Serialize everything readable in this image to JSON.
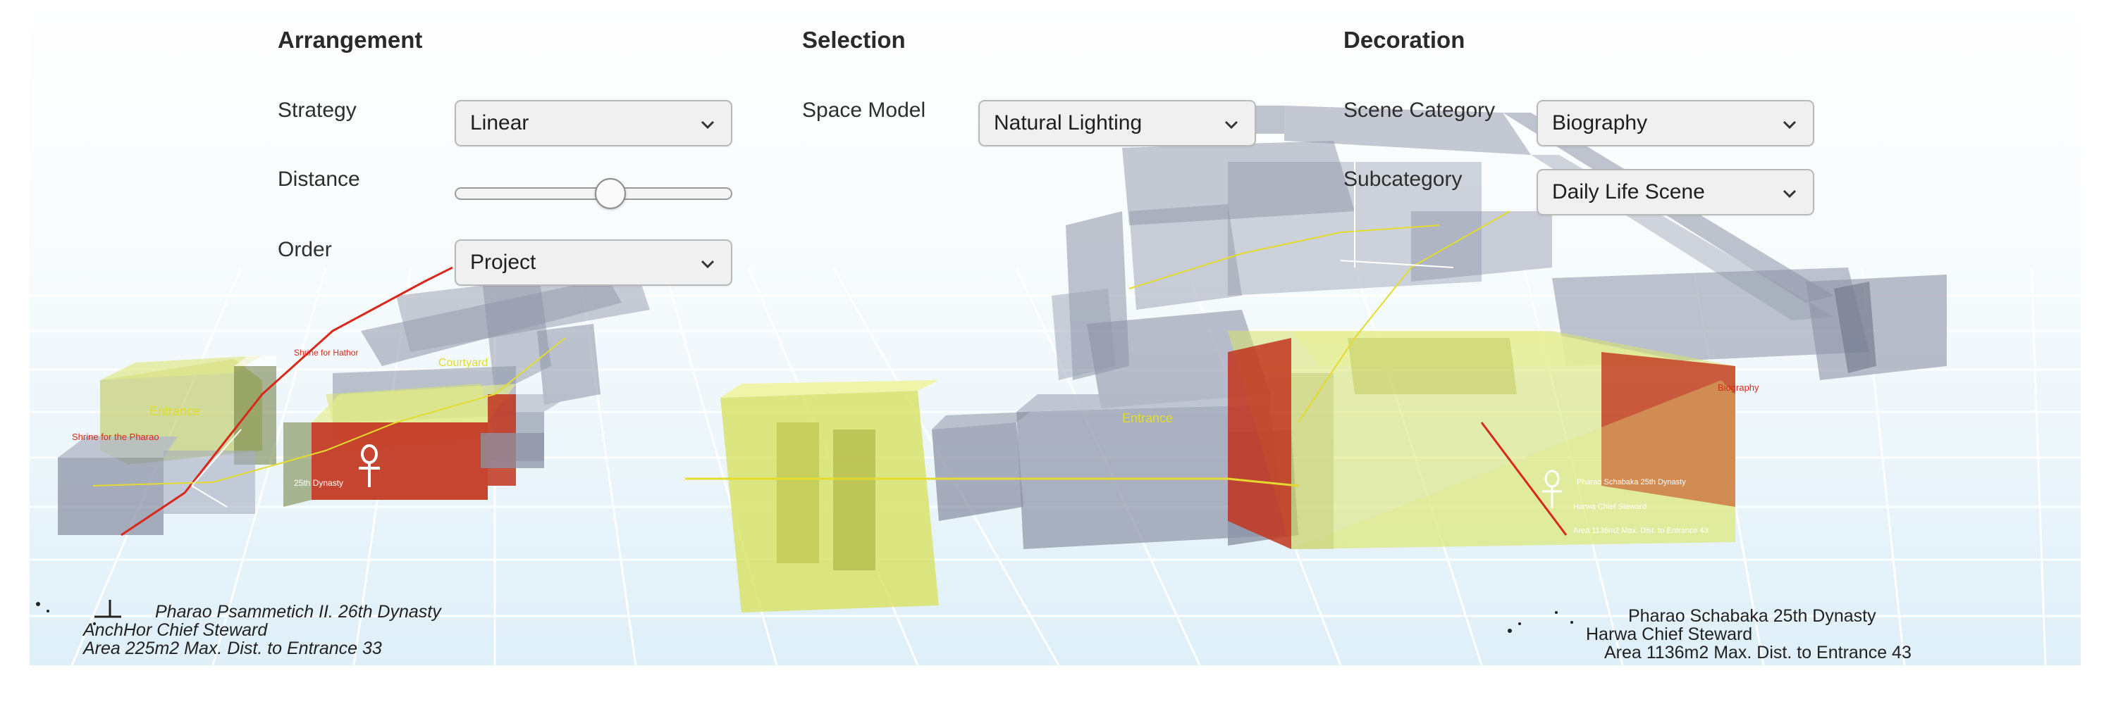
{
  "arrangement": {
    "heading": "Arrangement",
    "strategy_label": "Strategy",
    "strategy_value": "Linear",
    "distance_label": "Distance",
    "distance_fraction": 0.56,
    "order_label": "Order",
    "order_value": "Project"
  },
  "selection": {
    "heading": "Selection",
    "space_model_label": "Space Model",
    "space_model_value": "Natural Lighting"
  },
  "decoration": {
    "heading": "Decoration",
    "scene_category_label": "Scene Category",
    "scene_category_value": "Biography",
    "subcategory_label": "Subcategory",
    "subcategory_value": "Daily Life Scene"
  },
  "left_tomb": {
    "line1": "Pharao Psammetich II. 26th Dynasty",
    "line2": "AnchHor Chief Steward",
    "line3": "Area 225m2 Max. Dist. to Entrance 33",
    "labels": {
      "entrance": "Entrance",
      "courtyard": "Courtyard",
      "shrine_hathor": "Shrine for Hathor",
      "shrine_pharao": "Shrine for the Pharao",
      "dynasty": "25th Dynasty"
    }
  },
  "right_tomb": {
    "line1": "Pharao Schabaka 25th Dynasty",
    "line2": "Harwa Chief Steward",
    "line3": "Area 1136m2 Max. Dist. to Entrance 43",
    "labels": {
      "entrance": "Entrance",
      "biography": "Biography",
      "overlay1": "Pharao Schabaka 25th Dynasty",
      "overlay2": "Harwa Chief Steward",
      "overlay3": "Area 1136m2 Max. Dist. to Entrance 43"
    }
  },
  "colors": {
    "wall_gray": "#8d93a6",
    "lit_yellow": "#d8e36b",
    "decoration_red": "#c2351f",
    "path_red": "#d8281a",
    "path_yellow": "#e3dc2e"
  }
}
